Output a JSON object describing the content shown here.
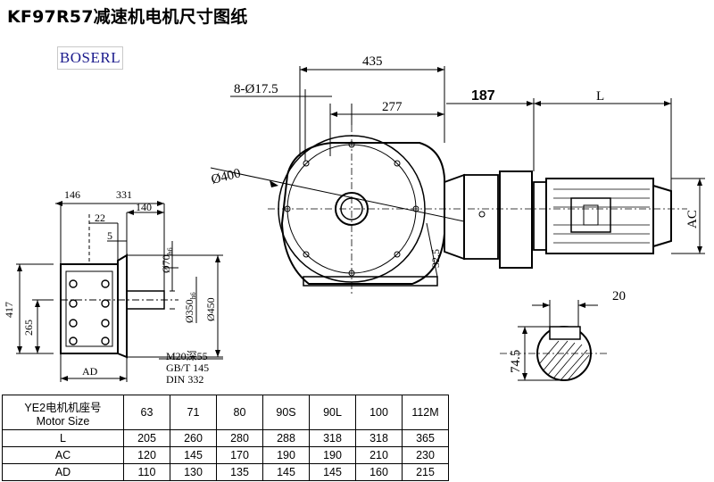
{
  "title": "KF97R57减速机电机尺寸图纸",
  "logo": "BOSERL",
  "dimensions": {
    "side_view": {
      "d146": "146",
      "d331": "331",
      "d140": "140",
      "d22": "22",
      "d5": "5",
      "d417": "417",
      "d265": "265",
      "ad": "AD",
      "phi70": "Ø70",
      "phi70_tol": "h6",
      "phi350": "Ø350",
      "phi350_tol": "h6",
      "phi450": "Ø450",
      "thread_note": [
        "M20深55",
        "GB/T 145",
        "DIN 332"
      ]
    },
    "front_view": {
      "d435": "435",
      "d277": "277",
      "bolt_holes": "8-Ø17.5",
      "phi400": "Ø400",
      "d187": "187",
      "l_label": "L",
      "ac_label": "AC",
      "d32_5": "32.5"
    },
    "shaft_section": {
      "key_width": "20",
      "height": "74.5"
    }
  },
  "table": {
    "header_label_line1": "YE2电机机座号",
    "header_label_line2": "Motor Size",
    "sizes": [
      "63",
      "71",
      "80",
      "90S",
      "90L",
      "100",
      "112M"
    ],
    "rows": [
      {
        "label": "L",
        "values": [
          "205",
          "260",
          "280",
          "288",
          "318",
          "318",
          "365"
        ]
      },
      {
        "label": "AC",
        "values": [
          "120",
          "145",
          "170",
          "190",
          "190",
          "210",
          "230"
        ]
      },
      {
        "label": "AD",
        "values": [
          "110",
          "130",
          "135",
          "145",
          "145",
          "160",
          "215"
        ]
      }
    ]
  }
}
